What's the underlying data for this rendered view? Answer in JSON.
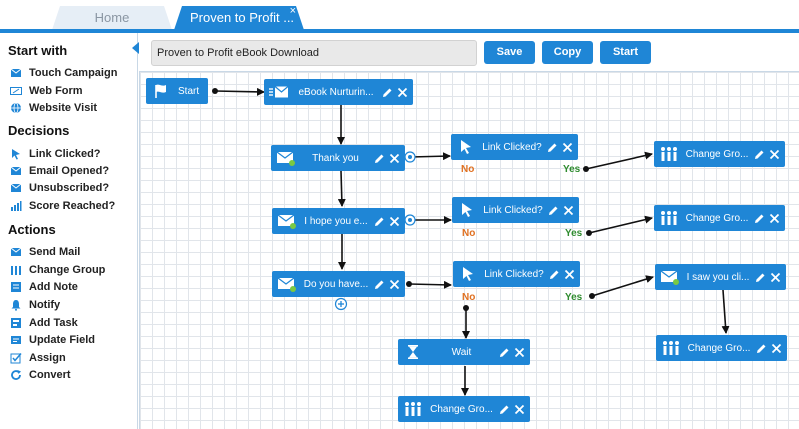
{
  "tabs": [
    {
      "label": "Home"
    },
    {
      "label": "Proven to Profit ...",
      "close": "×"
    }
  ],
  "sidebar": {
    "start_heading": "Start with",
    "start_items": [
      "Touch Campaign",
      "Web Form",
      "Website Visit"
    ],
    "decisions_heading": "Decisions",
    "decision_items": [
      "Link Clicked?",
      "Email Opened?",
      "Unsubscribed?",
      "Score Reached?"
    ],
    "actions_heading": "Actions",
    "action_items": [
      "Send Mail",
      "Change Group",
      "Add Note",
      "Notify",
      "Add Task",
      "Update Field",
      "Assign",
      "Convert"
    ]
  },
  "toolbar": {
    "campaign_name": "Proven to Profit eBook Download",
    "save_label": "Save",
    "copy_label": "Copy",
    "start_label": "Start"
  },
  "flow": {
    "start": "Start",
    "ebook": "eBook Nurturin...",
    "email1": "Thank you",
    "email2": "I hope you e...",
    "email3": "Do you have...",
    "link1": "Link Clicked?",
    "link2": "Link Clicked?",
    "link3": "Link Clicked?",
    "group1": "Change Gro...",
    "group2": "Change Gro...",
    "saw": "I saw you cli...",
    "group3": "Change Gro...",
    "wait": "Wait",
    "group4": "Change Gro...",
    "no": "No",
    "yes": "Yes"
  },
  "colors": {
    "accent": "#1f86d6",
    "no": "#e07020",
    "yes": "#2e8b2e"
  }
}
